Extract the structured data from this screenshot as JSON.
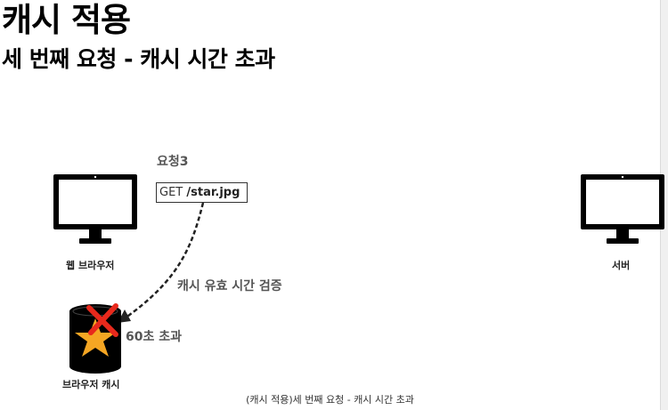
{
  "slide": {
    "title": "캐시 적용",
    "subtitle": "세 번째 요청 - 캐시 시간 초과",
    "footer": "(캐시 적용)세 번째 요청 - 캐시 시간 초과"
  },
  "nodes": {
    "browser_label": "웹 브라우저",
    "server_label": "서버",
    "cache_label": "브라우저 캐시"
  },
  "request": {
    "label": "요청3",
    "method": "GET",
    "path": "/star.jpg"
  },
  "annotations": {
    "validate": "캐시 유효 시간 검증",
    "expired": "60초 초과"
  },
  "icons": {
    "browser": "monitor-icon",
    "server": "monitor-icon",
    "cache": "database-cylinder-icon",
    "cached_item": "star-icon",
    "expired_mark": "red-x-icon"
  },
  "colors": {
    "star": "#f5a623",
    "expired_mark": "#e8291c"
  }
}
